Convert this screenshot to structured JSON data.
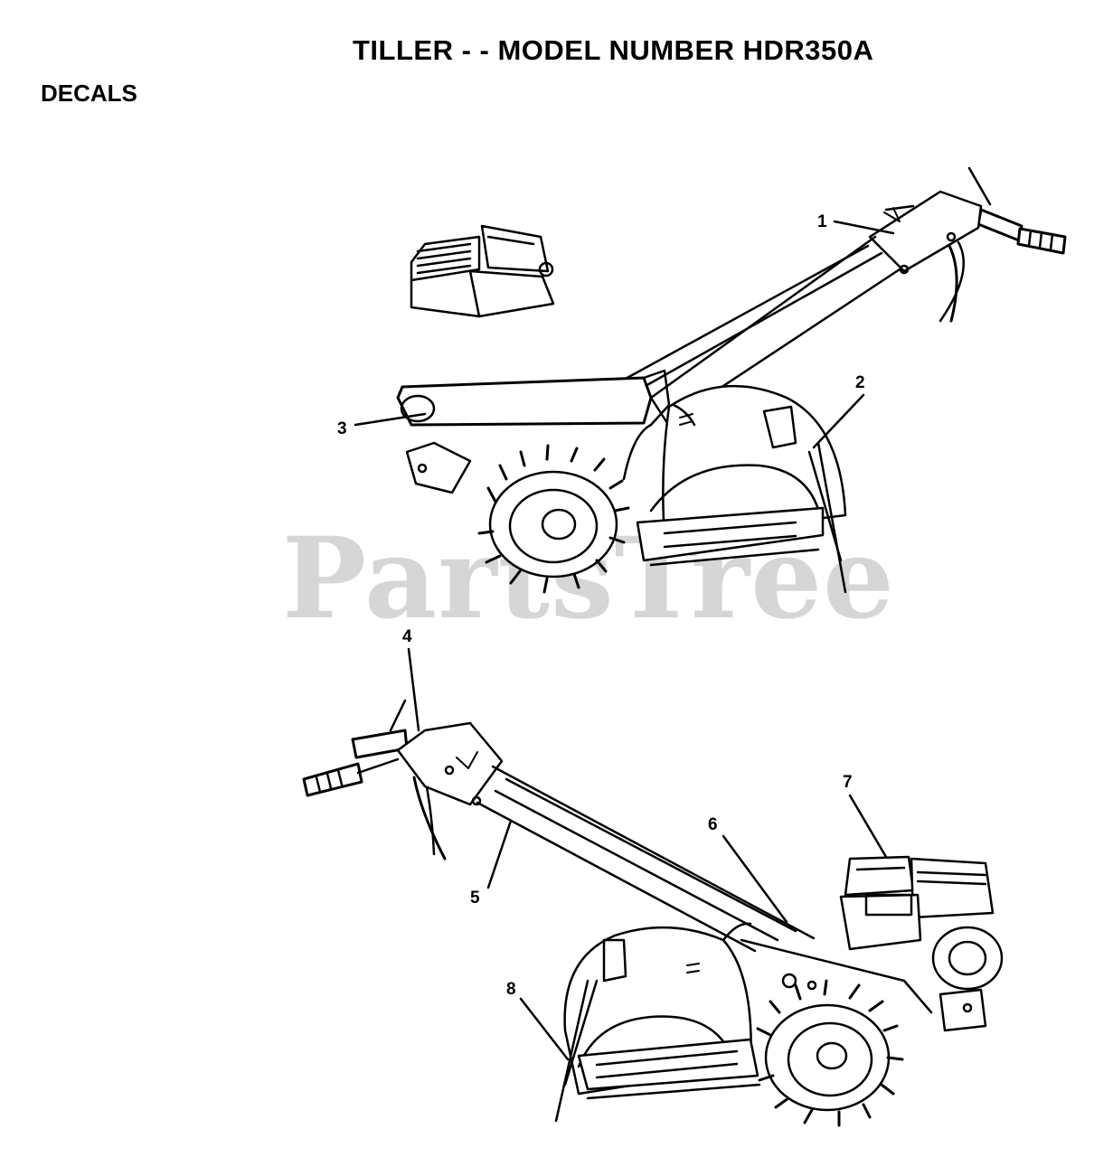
{
  "header": {
    "title": "TILLER - - MODEL NUMBER HDR350A",
    "section": "DECALS"
  },
  "watermark": "PartsTree",
  "callouts": [
    "1",
    "2",
    "3",
    "4",
    "5",
    "6",
    "7",
    "8"
  ],
  "colors": {
    "ink": "#000000",
    "paper": "#ffffff",
    "watermark": "#d6d6d6"
  }
}
